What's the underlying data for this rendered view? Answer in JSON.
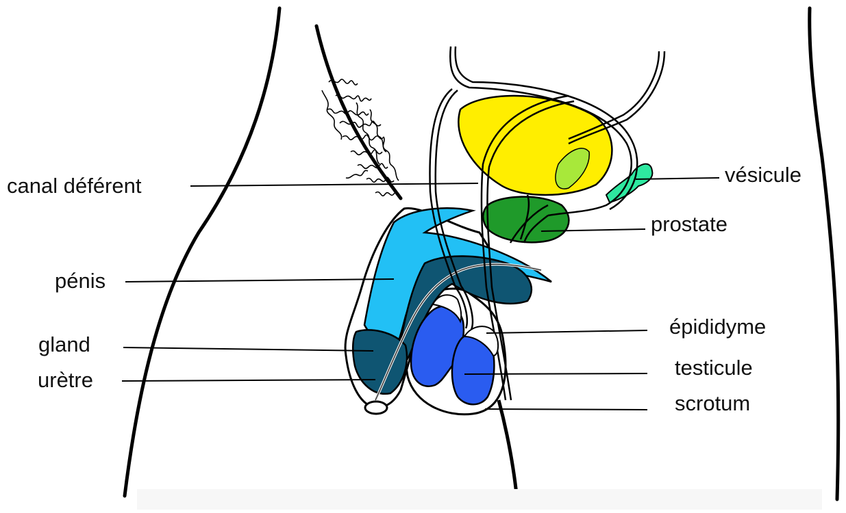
{
  "labels": {
    "canal_deferent": "canal déférent",
    "penis": "pénis",
    "gland": "gland",
    "uretre": "urètre",
    "vesicule": "vésicule",
    "prostate": "prostate",
    "epididyme": "épididyme",
    "testicule": "testicule",
    "scrotum": "scrotum"
  },
  "colors": {
    "outline": "#000000",
    "bladder": "#ffee00",
    "prostate": "#1f9a2a",
    "seminal_vesicle": "#2ee8a0",
    "vesicle_inner": "#a8e83a",
    "penis_light": "#22c0f5",
    "penis_dark": "#0f5572",
    "testicle": "#2a5cf0",
    "skin_background": "#ffffff"
  }
}
